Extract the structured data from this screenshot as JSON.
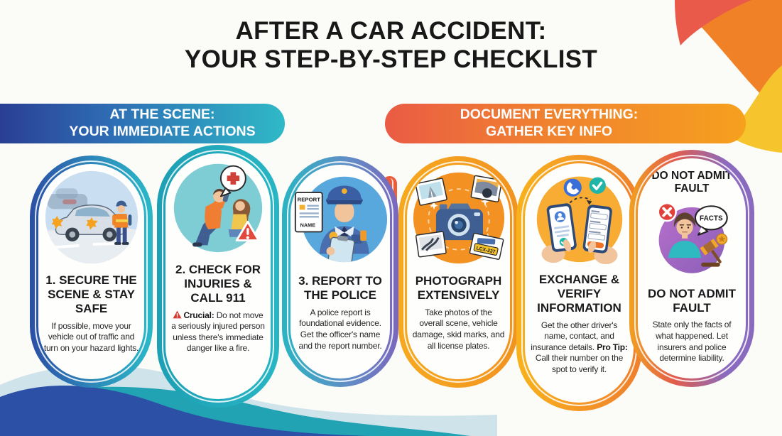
{
  "title": {
    "line1": "AFTER A CAR ACCIDENT:",
    "line2": "YOUR STEP-BY-STEP CHECKLIST"
  },
  "section_headers": [
    {
      "line1": "AT THE SCENE:",
      "line2": "YOUR IMMEDIATE ACTIONS"
    },
    {
      "line1": "DOCUMENT EVERYTHING:",
      "line2": "GATHER KEY INFO"
    }
  ],
  "cards": [
    {
      "title": "1. SECURE THE SCENE & STAY SAFE",
      "body": "If possible, move your vehicle out of traffic and turn on your hazard lights.",
      "illustration": "car-with-hazard-lights-and-worker"
    },
    {
      "title": "2. CHECK FOR INJURIES & CALL 911",
      "emphasis": "Crucial:",
      "body": "Do not move a seriously injured person unless there's immediate danger like a fire.",
      "illustration": "man-calling-911-beside-injured-woman"
    },
    {
      "title": "3. REPORT TO THE POLICE",
      "body": "A police report is foundational evidence. Get the officer's name and the report number.",
      "illustration": "police-officer-with-clipboard-and-report"
    },
    {
      "title": "PHOTOGRAPH EXTENSIVELY",
      "body": "Take photos of the overall scene, vehicle damage, skid marks, and all license plates.",
      "illustration": "camera-surrounded-by-photos"
    },
    {
      "title": "EXCHANGE & VERIFY INFORMATION",
      "body": "Get the other driver's name, contact, and insurance details.",
      "tip_label": "Pro Tip:",
      "tip": "Call their number on the spot to verify it.",
      "illustration": "hands-exchanging-phone-info"
    },
    {
      "header": "DO NOT ADMIT FAULT",
      "title": "DO NOT ADMIT FAULT",
      "body": "State only the facts of what happened. Let insurers and police determine liability.",
      "illustration": "person-with-facts-bubble-gavel-and-x"
    }
  ],
  "illustration_text": {
    "report_label": "REPORT",
    "name_label": "NAME",
    "license_plate": "LCX-237",
    "facts_bubble": "FACTS"
  },
  "colors": {
    "blue": "#2b4fa5",
    "teal": "#28b6c4",
    "purple": "#7a67bd",
    "orange": "#f4a11d",
    "red_orange": "#e8604c",
    "yellow": "#f6c42c",
    "text_dark": "#1a1a1c"
  }
}
